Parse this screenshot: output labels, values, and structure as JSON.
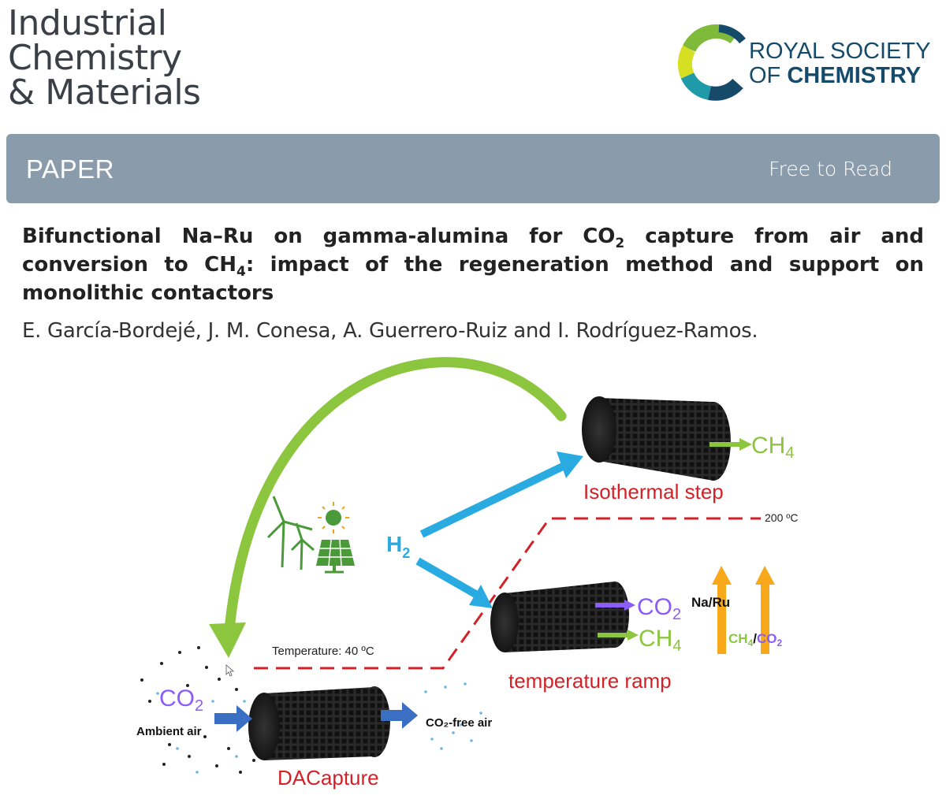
{
  "journal": {
    "name_lines": [
      "Industrial",
      "Chemistry",
      "& Materials"
    ]
  },
  "publisher": {
    "line1": "ROYAL SOCIETY",
    "line2_prefix": "OF ",
    "line2_bold": "CHEMISTRY"
  },
  "banner": {
    "article_type": "PAPER",
    "access": "Free to Read"
  },
  "article": {
    "title_parts": [
      "Bifunctional Na–Ru on gamma-alumina for CO",
      "2",
      " capture from air and conversion to CH",
      "4",
      ": impact of the regeneration method and support on monolithic contactors"
    ],
    "authors": "E. García-Bordejé, J. M. Conesa, A. Guerrero-Ruiz and I. Rodríguez-Ramos."
  },
  "graphic": {
    "isothermal_label": "Isothermal step",
    "ramp_label": "temperature ramp",
    "dacapture_label": "DACapture",
    "temp_high": "200 ºC",
    "temp_low": "Temperature: 40 ºC",
    "h2": "H",
    "h2_sub": "2",
    "co2": "CO",
    "co2_sub": "2",
    "ch4": "CH",
    "ch4_sub": "4",
    "ambient_air": "Ambient air",
    "co2_free_air": "CO₂-free air",
    "catalyst": "Na/Ru",
    "ratio_ch4": "CH",
    "ratio_sub": "4",
    "ratio_slash": "/",
    "ratio_co2": "CO",
    "ratio_co2_sub": "2",
    "colors": {
      "red": "#d42127",
      "green": "#8cc63f",
      "blue": "#29abe2",
      "purple": "#8b5cf6",
      "orange": "#f7a81b",
      "darkblue": "#3a6fc4"
    }
  }
}
